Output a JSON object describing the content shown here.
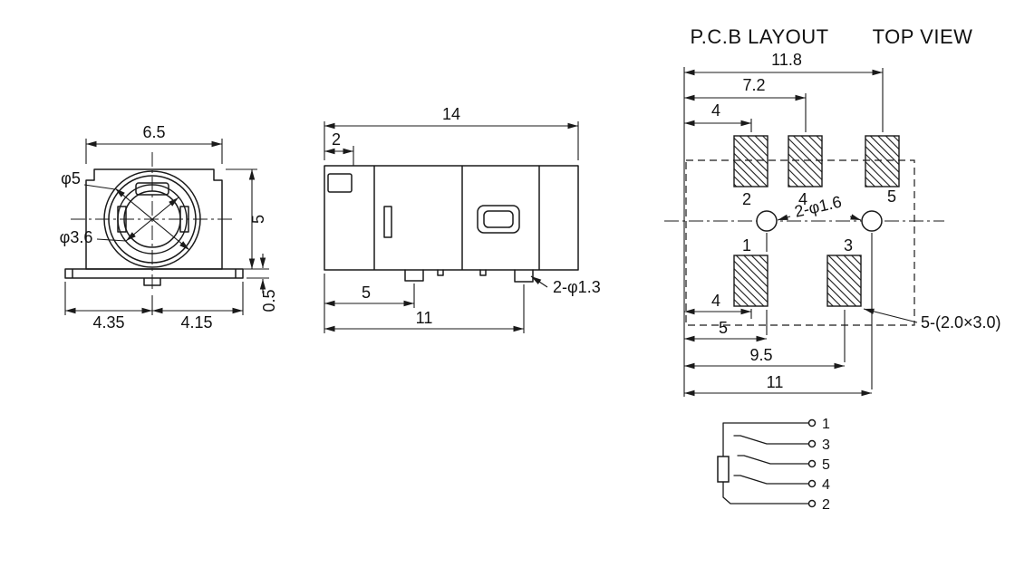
{
  "titles": {
    "pcb_layout": "P.C.B LAYOUT",
    "top_view": "TOP VIEW"
  },
  "front_view": {
    "top_width": "6.5",
    "outer_diameter": "φ5",
    "inner_diameter": "φ3.6",
    "body_height": "5",
    "flange_thickness": "0.5",
    "bottom_left": "4.35",
    "bottom_right": "4.15"
  },
  "side_view": {
    "total_length": "14",
    "front_lip": "2",
    "pin1_offset": "5",
    "pin_span": "11",
    "pin_note": "2-φ1.3"
  },
  "pcb_view": {
    "width_full": "11.8",
    "width_mid": "7.2",
    "width_first": "4",
    "hole_note": "2-φ1.6",
    "pad1": "1",
    "pad2": "2",
    "pad3": "3",
    "pad4": "4",
    "pad5": "5",
    "bottom_first": "4",
    "bottom_hole1": "5",
    "bottom_pad3": "9.5",
    "bottom_hole2": "11",
    "pad_note": "5-(2.0×3.0)"
  },
  "schematic": {
    "pin1": "1",
    "pin3": "3",
    "pin5": "5",
    "pin4": "4",
    "pin2": "2"
  }
}
